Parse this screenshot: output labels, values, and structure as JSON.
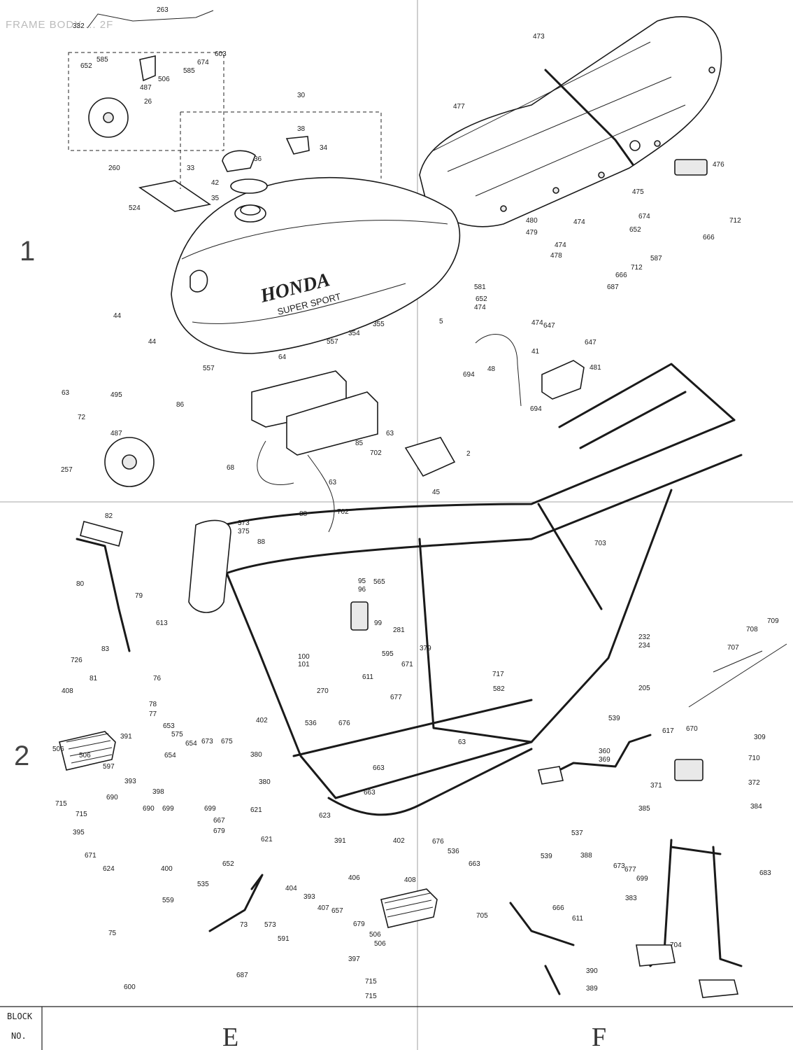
{
  "header": {
    "title": "FRAME BODY ... 2F"
  },
  "rows": [
    "1",
    "2"
  ],
  "footer": {
    "block_label_1": "BLOCK",
    "block_label_2": "NO.",
    "block_left": "E",
    "block_right": "F"
  },
  "tank": {
    "brand": "HONDA",
    "sub": "SUPER SPORT"
  },
  "callouts": [
    "332",
    "263",
    "603",
    "652",
    "585",
    "506",
    "585",
    "674",
    "487",
    "26",
    "260",
    "30",
    "38",
    "34",
    "33",
    "36",
    "42",
    "35",
    "524",
    "473",
    "477",
    "476",
    "475",
    "674",
    "712",
    "652",
    "666",
    "474",
    "480",
    "479",
    "474",
    "478",
    "712",
    "587",
    "581",
    "687",
    "666",
    "652",
    "474",
    "474",
    "647",
    "647",
    "41",
    "48",
    "481",
    "5",
    "694",
    "694",
    "44",
    "44",
    "557",
    "355",
    "354",
    "64",
    "557",
    "63",
    "86",
    "495",
    "72",
    "487",
    "257",
    "68",
    "63",
    "85",
    "63",
    "702",
    "2",
    "45",
    "82",
    "703",
    "88",
    "373",
    "375",
    "88",
    "702",
    "80",
    "79",
    "613",
    "565",
    "95",
    "96",
    "99",
    "281",
    "379",
    "100",
    "101",
    "611",
    "595",
    "677",
    "671",
    "270",
    "717",
    "582",
    "726",
    "81",
    "83",
    "76",
    "78",
    "77",
    "408",
    "506",
    "506",
    "597",
    "654",
    "575",
    "391",
    "653",
    "654",
    "675",
    "673",
    "402",
    "380",
    "380",
    "393",
    "398",
    "690",
    "699",
    "690",
    "699",
    "667",
    "679",
    "715",
    "715",
    "395",
    "621",
    "623",
    "663",
    "663",
    "63",
    "676",
    "536",
    "539",
    "360",
    "369",
    "617",
    "670",
    "232",
    "234",
    "707",
    "708",
    "709",
    "205",
    "309",
    "710",
    "371",
    "372",
    "385",
    "384",
    "537",
    "621",
    "391",
    "671",
    "624",
    "400",
    "402",
    "676",
    "536",
    "683",
    "383",
    "673",
    "677",
    "699",
    "704",
    "652",
    "535",
    "559",
    "75",
    "573",
    "591",
    "73",
    "687",
    "406",
    "404",
    "393",
    "407",
    "657",
    "679",
    "408",
    "506",
    "506",
    "397",
    "715",
    "715",
    "600",
    "663",
    "539",
    "388",
    "666",
    "611",
    "705",
    "390",
    "389"
  ]
}
